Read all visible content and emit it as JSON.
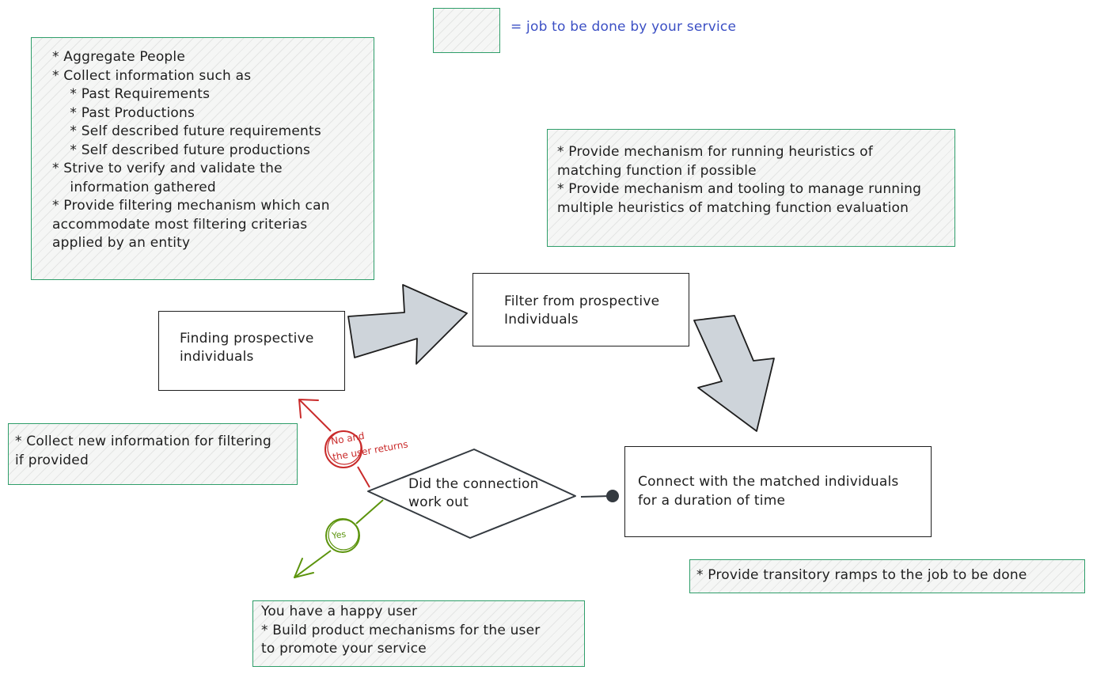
{
  "legend": {
    "text": "= job to be done by your service",
    "swatch_color": "#2f9e6a",
    "text_color": "#3b4fc4"
  },
  "notes": {
    "aggregate": [
      "* Aggregate People",
      "* Collect information such as",
      "    * Past Requirements",
      "    * Past Productions",
      "    * Self described future requirements",
      "    * Self described future productions",
      "* Strive to verify and validate the",
      "    information gathered",
      "* Provide filtering mechanism which can",
      "accommodate most filtering criterias",
      "applied by an entity"
    ],
    "heuristics": [
      "* Provide mechanism for running heuristics of",
      "matching function if possible",
      "* Provide mechanism and tooling to manage running",
      "multiple heuristics of matching function evaluation"
    ],
    "collect_new": [
      "* Collect new information for filtering",
      "if provided"
    ],
    "transitory": "* Provide transitory ramps to the job to be done",
    "happy_user": [
      "You have a happy user",
      "* Build product mechanisms for the user",
      "to promote your service"
    ]
  },
  "flow": {
    "finding": [
      "Finding prospective",
      "individuals"
    ],
    "filter": [
      "Filter from prospective",
      "Individuals"
    ],
    "connect": [
      "Connect with the matched individuals",
      "for a duration of time"
    ],
    "decision": [
      "Did the connection",
      "work out"
    ],
    "no_label": [
      "No and",
      "the user returns"
    ],
    "yes_label": "Yes"
  },
  "colors": {
    "note_border": "#2f9e6a",
    "no_path": "#c92a2a",
    "yes_path": "#5c940d",
    "block_arrow_fill": "#ced4da",
    "stroke": "#1e1e1e"
  }
}
